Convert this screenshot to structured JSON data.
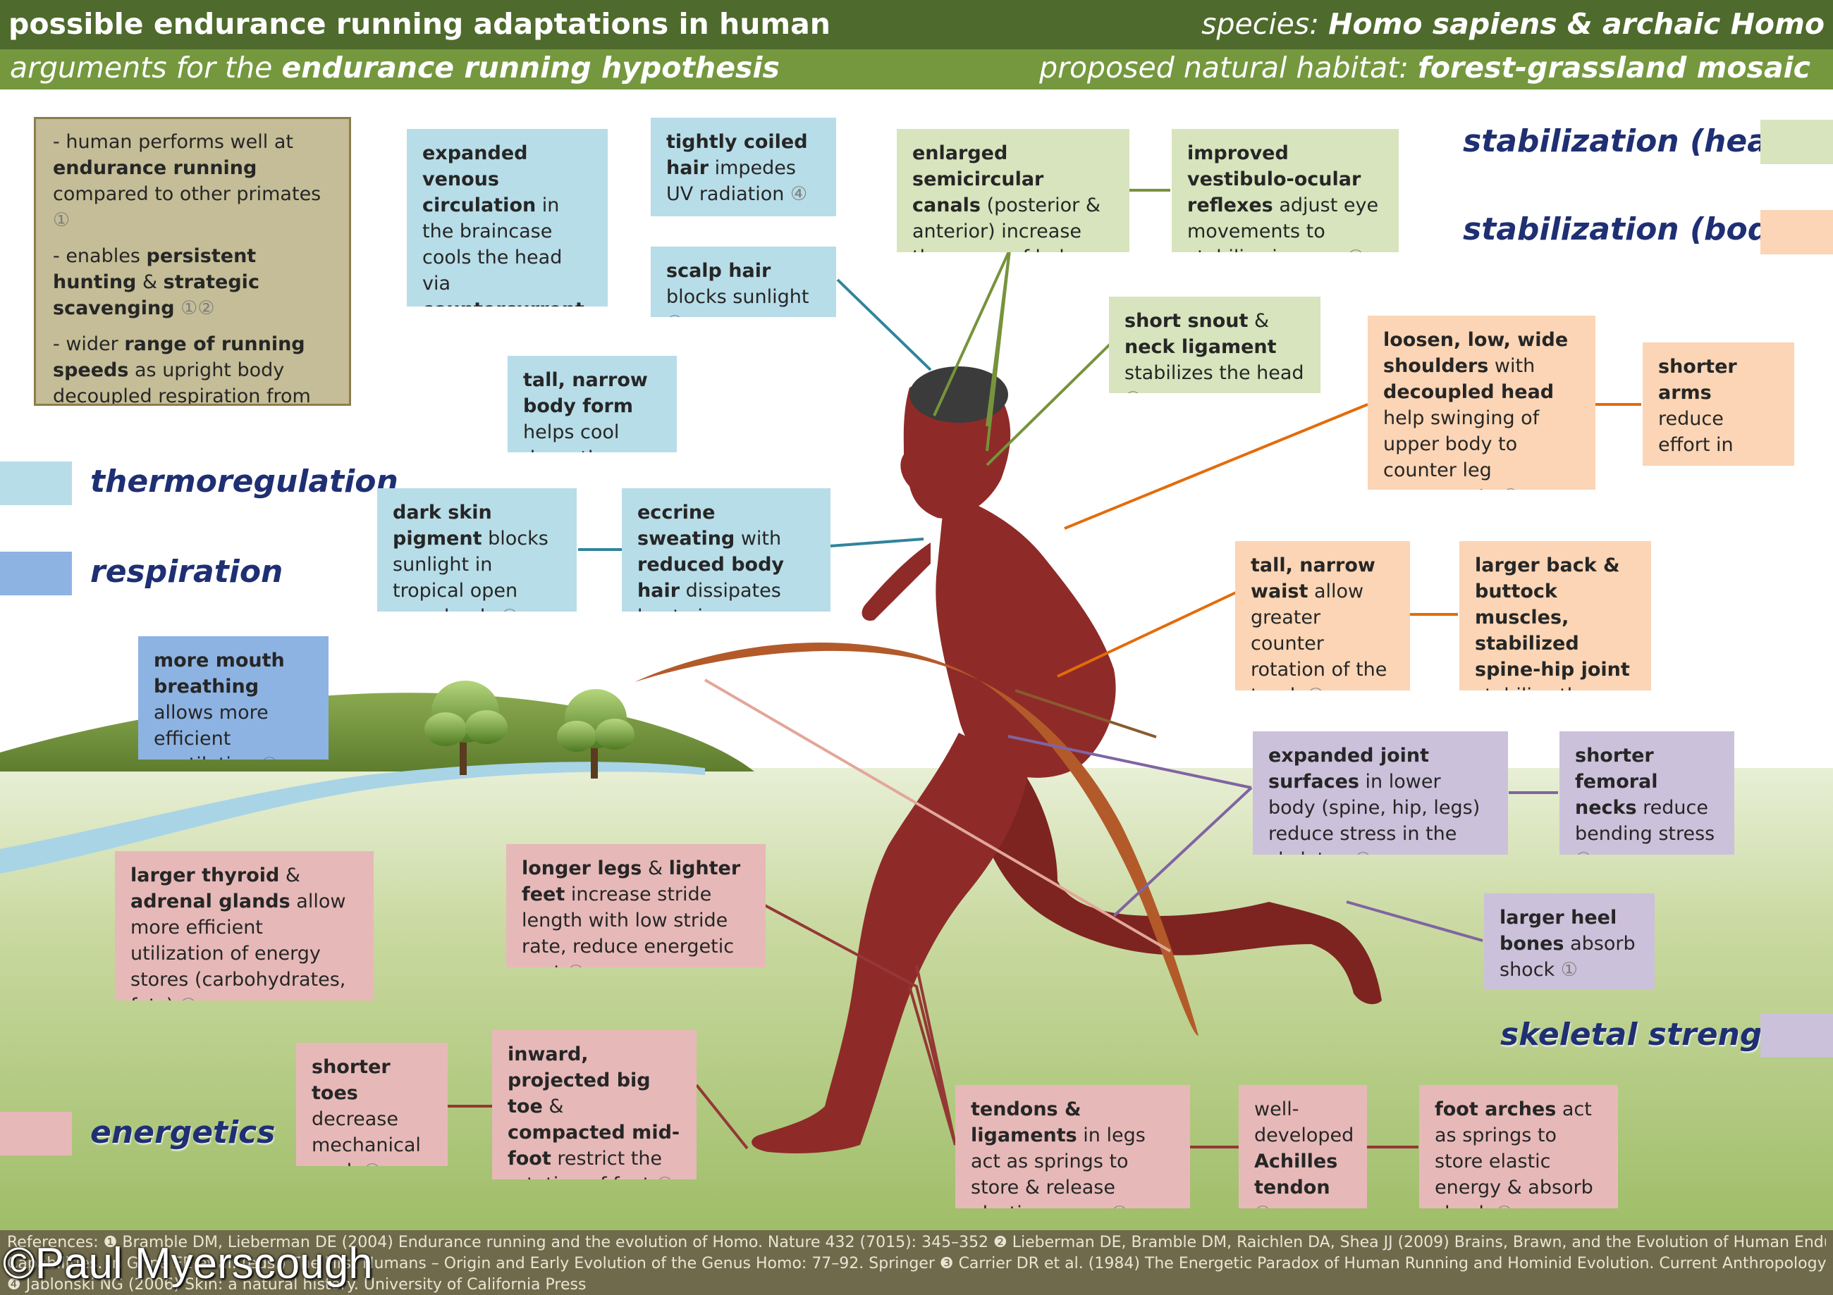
{
  "header": {
    "title": "possible endurance running adaptations in human",
    "species_prefix": "species: ",
    "species_value": "Homo sapiens & archaic Homo",
    "subtitle_prefix": "arguments for the ",
    "subtitle_value": "endurance running hypothesis",
    "habitat_prefix": "proposed natural habitat: ",
    "habitat_value": "forest-grassland mosaic"
  },
  "legend": {
    "thermoregulation": "thermoregulation",
    "respiration": "respiration",
    "energetics": "energetics",
    "stabilization_head": "stabilization (head)",
    "stabilization_body": "stabilization (body)",
    "skeletal_strength": "skeletal strength"
  },
  "colors": {
    "thermoregulation": "#b7dde8",
    "respiration": "#8db3e2",
    "energetics": "#e6b9b8",
    "stabilization_head": "#d7e4bd",
    "stabilization_body": "#fbd5b5",
    "skeletal_strength": "#ccc1da",
    "header_dark": "#4e6a2c",
    "header_light": "#75983f"
  },
  "arguments": {
    "a1_pre": "- human performs well at ",
    "a1_bold": "endurance running",
    "a1_post": " compared to other primates ",
    "a1_ref": "①",
    "a2_pre": "- enables ",
    "a2_bold1": "persistent hunting",
    "a2_mid": " & ",
    "a2_bold2": "strategic scavenging",
    "a2_ref": " ①②",
    "a3_pre": "- wider ",
    "a3_bold": "range of running speeds",
    "a3_post": " as upright body decoupled respiration from running gait ",
    "a3_ref": "①③"
  },
  "boxes": {
    "venous": {
      "b1": "expanded venous circulation",
      "t1": " in the braincase cools the head via ",
      "b2": "countercurrent heat exchange",
      "ref": " ①"
    },
    "coiled": {
      "b1": "tightly coiled hair",
      "t1": " impedes UV radiation ",
      "ref": "④"
    },
    "scalp": {
      "b1": "scalp hair",
      "t1": " blocks sunlight ",
      "ref": "④"
    },
    "semicircular": {
      "b1": "enlarged semicircular canals",
      "t1": " (posterior & anterior) increase the sense of balance ",
      "ref": "①"
    },
    "vestibulo": {
      "b1": "improved vestibulo-ocular reflexes",
      "t1": " adjust eye movements to stabilize images ",
      "ref": "②"
    },
    "snout": {
      "b1": "short snout",
      "t1": " & ",
      "b2": "neck ligament",
      "t2": " stabilizes the head ",
      "ref": "①"
    },
    "tallbody": {
      "b1": "tall, narrow body form",
      "t1": " helps cool down the body ",
      "ref": "①"
    },
    "shoulders": {
      "b1": "loosen, low, wide shoulders",
      "t1": " with ",
      "b2": "decoupled head",
      "t2": " help swinging of upper body to counter leg movements ",
      "ref": "①"
    },
    "arms": {
      "b1": "shorter arms",
      "t1": " reduce effort in arm-swinging ",
      "ref": "①"
    },
    "skin": {
      "b1": "dark skin pigment",
      "t1": " blocks sunlight in tropical open grasslands ",
      "ref": "④"
    },
    "sweat": {
      "b1": "eccrine sweating",
      "t1": " with ",
      "b2": "reduced body hair",
      "t2": " dissipates heat via evaporation ",
      "ref": "①"
    },
    "waist": {
      "b1": "tall, narrow waist",
      "t1": " allow greater counter rotation of the trunk ",
      "ref": "①"
    },
    "back": {
      "b1": "larger back & buttock muscles, stabilized spine-hip joint",
      "t1": " stabilize the trunk ",
      "ref": "①"
    },
    "mouth": {
      "b1": "more mouth breathing",
      "t1": " allows more efficient ventilation ",
      "ref": "①"
    },
    "joints": {
      "b1": "expanded joint surfaces",
      "t1": " in lower body (spine, hip, legs) reduce stress in the skeleton ",
      "ref": "①"
    },
    "femoral": {
      "b1": "shorter femoral necks",
      "t1": " reduce bending stress ",
      "ref": "①"
    },
    "thyroid": {
      "b1": "larger thyroid",
      "t1": " & ",
      "b2": "adrenal glands",
      "t2": " allow more efficient utilization of energy stores (carbohydrates, fats) ",
      "ref": "③"
    },
    "legs": {
      "b1": "longer legs",
      "t1": " & ",
      "b2": "lighter feet",
      "t2": " increase stride length with low stride rate, reduce energetic cost ",
      "ref": "①"
    },
    "heel": {
      "b1": "larger heel bones",
      "t1": " absorb shock ",
      "ref": "①"
    },
    "toes": {
      "b1": "shorter toes",
      "t1": " decrease mechanical work ",
      "ref": "①"
    },
    "bigtoe": {
      "b1": "inward, projected big toe",
      "t1": " & ",
      "b2": "compacted mid-foot",
      "t2": " restrict the rotation of feet ",
      "ref": "①"
    },
    "tendons": {
      "b1": "tendons & ligaments",
      "t1": " in legs act as springs to store & release elastic energy ",
      "ref": "①"
    },
    "achilles": {
      "t0": "well-developed ",
      "b1": "Achilles tendon",
      "ref": " ①"
    },
    "archs": {
      "b1": "foot arches",
      "t1": " act as springs to store elastic energy & absorb shock ",
      "ref": "①"
    }
  },
  "references": {
    "line1": "References: ❶ Bramble DM, Lieberman DE (2004) Endurance running and the evolution of Homo. Nature 432 (7015): 345–352 ❷ Lieberman DE, Bramble DM, Raichlen DA, Shea JJ (2009) Brains, Brawn, and the Evolution of Human Endurance Running",
    "line2": "Capabilities. In Grine FE et al. (eds.) The First Humans – Origin and Early Evolution of the Genus Homo: 77–92. Springer ❸ Carrier DR et al. (1984) The Energetic Paradox of Human Running and Hominid Evolution. Current Anthropology 25 (4): 483–495",
    "line3": "❹ Jablonski NG (2006) Skin: a natural history. University of California Press"
  },
  "copyright": "©Paul Myerscough"
}
